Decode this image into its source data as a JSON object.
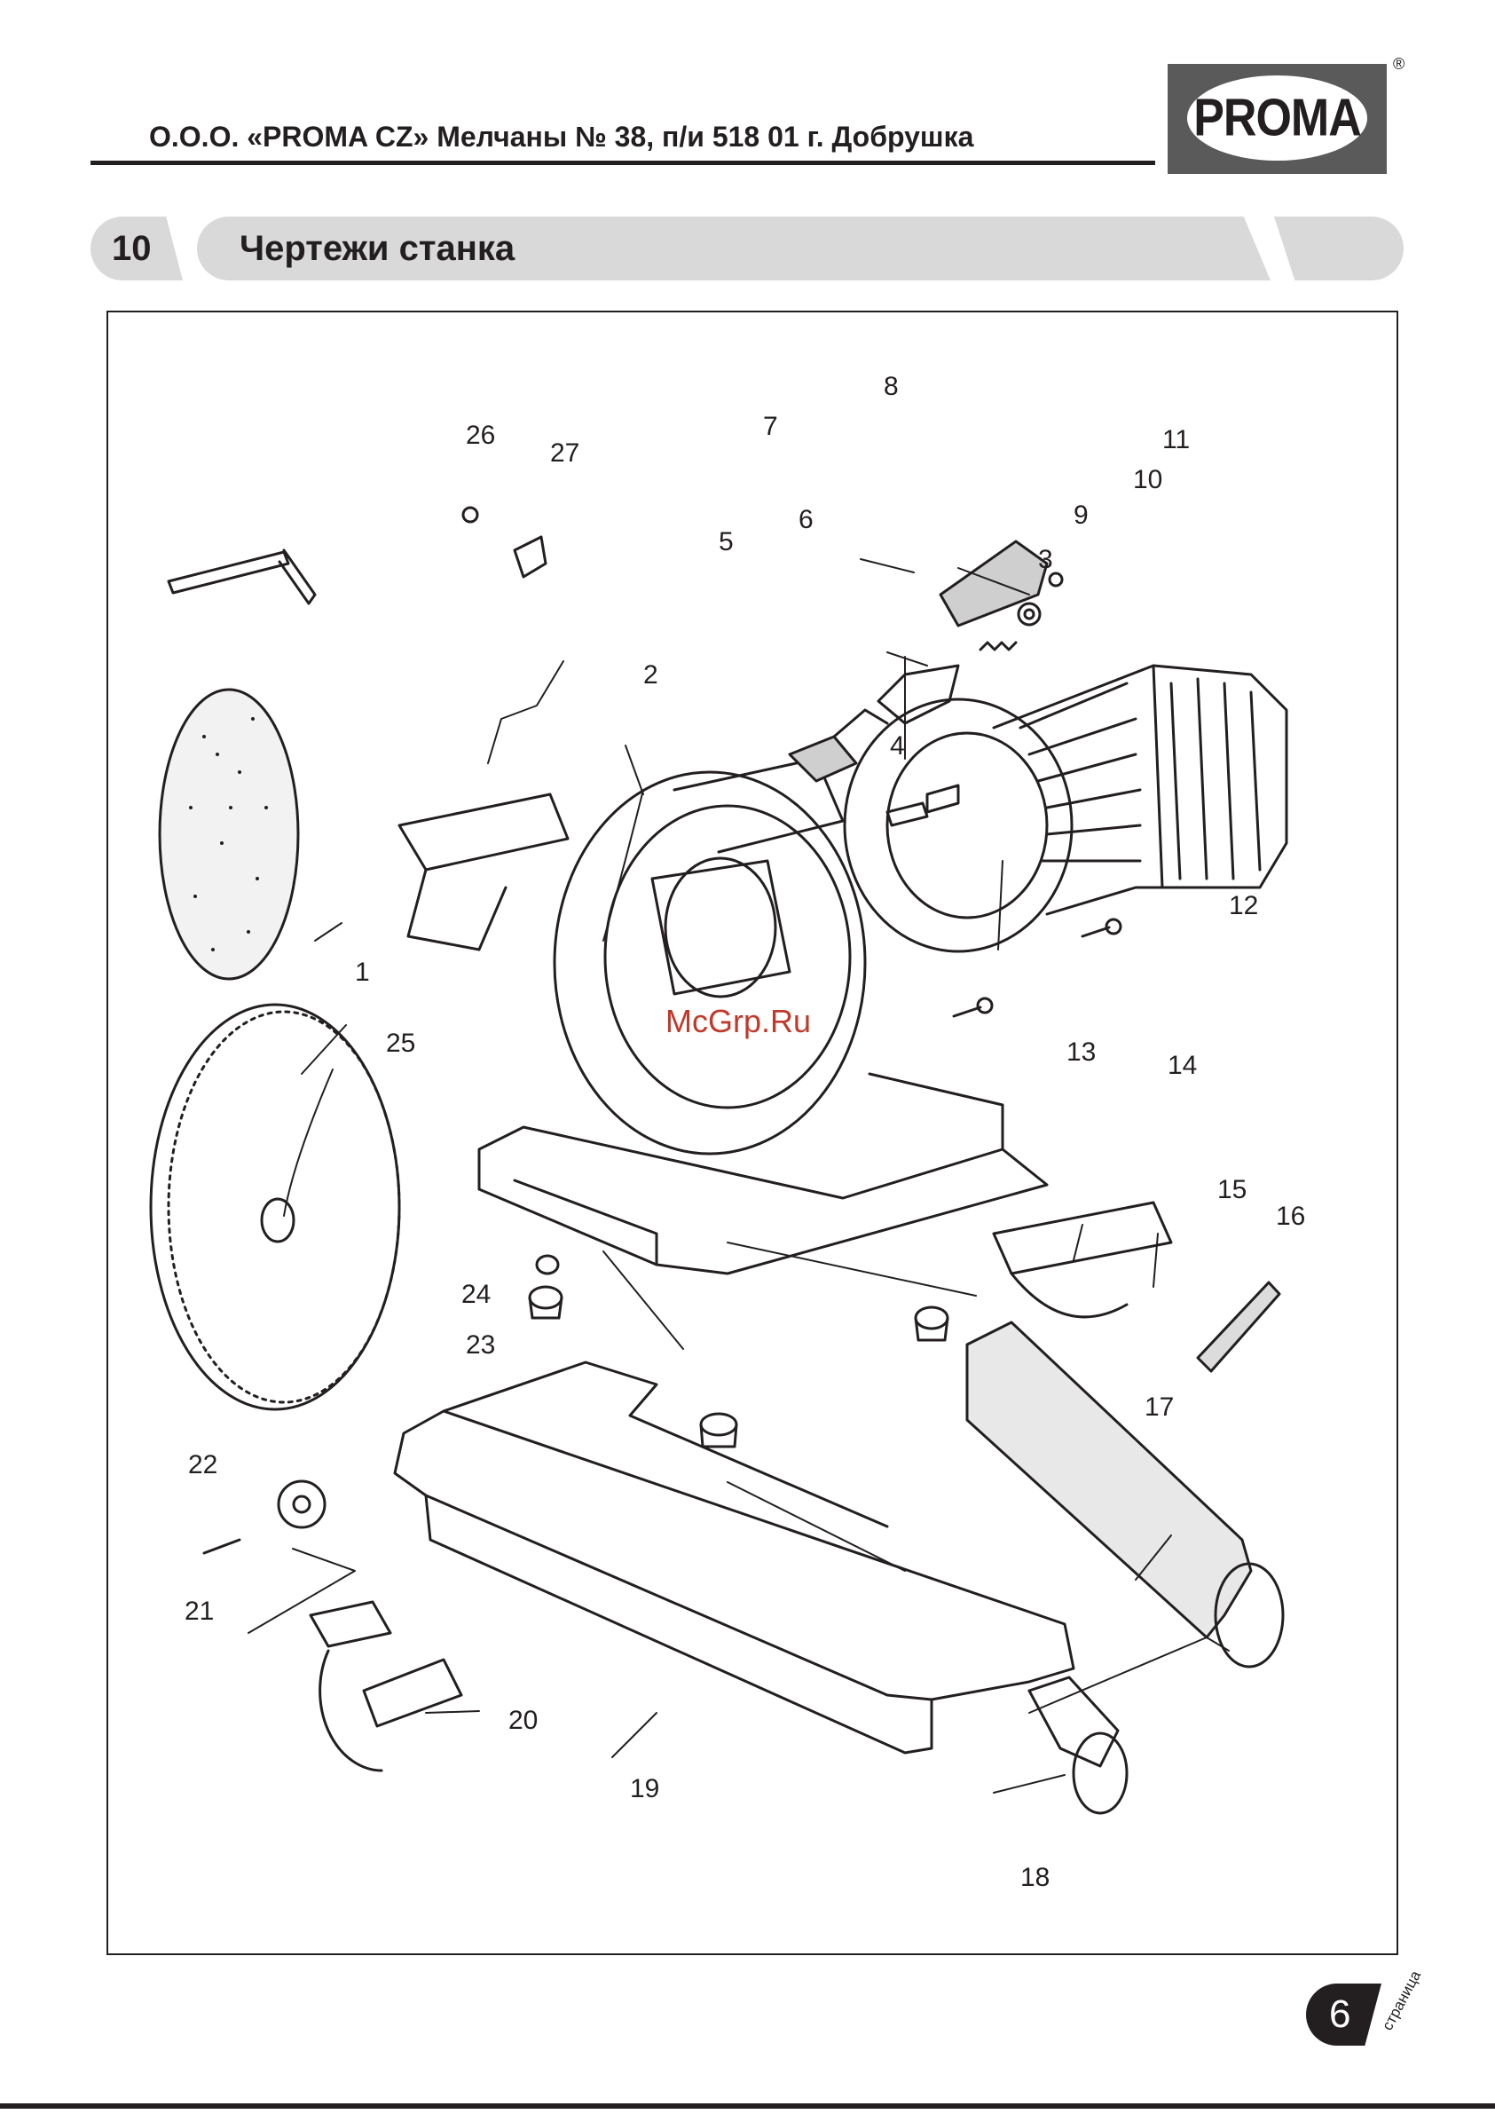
{
  "header": {
    "company_line": "О.О.О. «PROMA CZ» Мелчаны № 38, п/и 518 01 г. Добрушка",
    "logo_text": "PROMA",
    "logo_mark": "®"
  },
  "section": {
    "number": "10",
    "title": "Чертежи станка"
  },
  "figure": {
    "watermark": "McGrp.Ru",
    "callouts": [
      "1",
      "2",
      "3",
      "4",
      "5",
      "6",
      "7",
      "8",
      "9",
      "10",
      "11",
      "12",
      "13",
      "14",
      "15",
      "16",
      "17",
      "18",
      "19",
      "20",
      "21",
      "22",
      "23",
      "24",
      "25",
      "26",
      "27"
    ]
  },
  "footer": {
    "page_number": "6",
    "page_word": "страница"
  },
  "colors": {
    "ink": "#231f20",
    "band": "#d9d9d9",
    "logo_box": "#5a5a5a",
    "watermark": "#c0392b"
  }
}
